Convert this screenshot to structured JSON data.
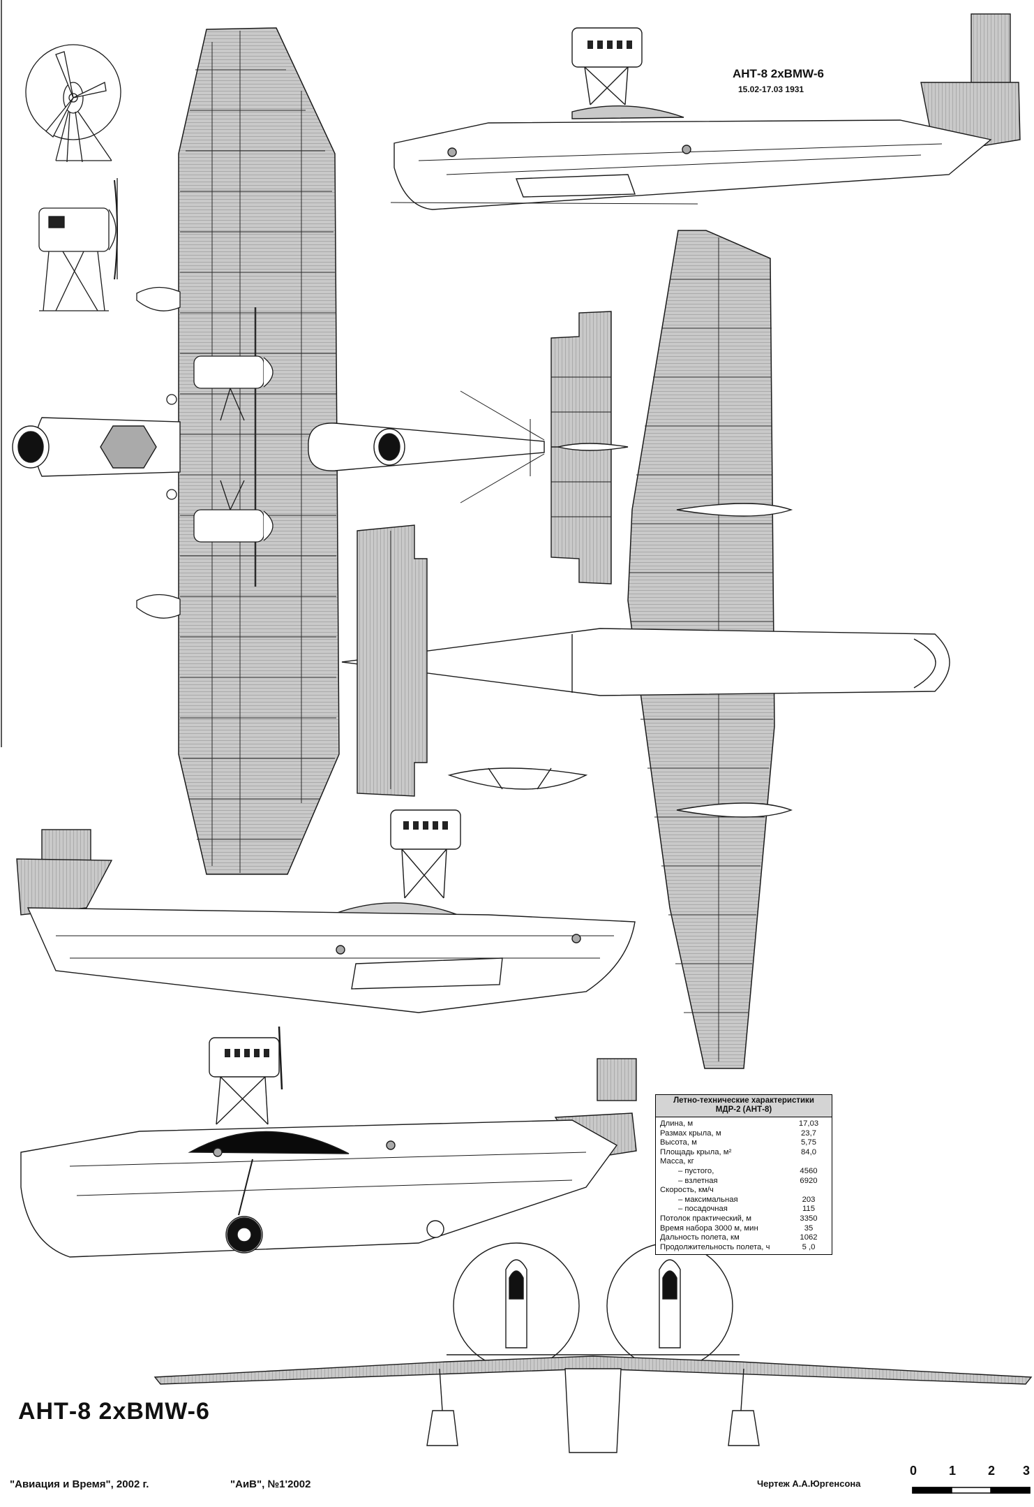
{
  "drawing": {
    "main_title": "АНТ-8 2хBMW-6",
    "version_title": "АНТ-8 2хBMW-6",
    "version_dates": "15.02-17.03 1931",
    "footer_left": "\"Авиация и Время\", 2002 г.",
    "footer_mid": "\"АиВ\", №1'2002",
    "footer_right": "Чертеж А.А.Юргенсона",
    "scale_labels": [
      "0",
      "1",
      "2",
      "3"
    ]
  },
  "specs": {
    "title_line1": "Летно-технические характеристики",
    "title_line2": "МДР-2 (АНТ-8)",
    "rows": [
      {
        "label": "Длина, м",
        "value": "17,03"
      },
      {
        "label": "Размах крыла, м",
        "value": "23,7"
      },
      {
        "label": "Высота, м",
        "value": "5,75"
      },
      {
        "label": "Площадь крыла, м²",
        "value": "84,0"
      },
      {
        "label": "Масса, кг",
        "value": ""
      },
      {
        "label": "– пустого,",
        "value": "4560"
      },
      {
        "label": "– взлетная",
        "value": "6920"
      },
      {
        "label": "Скорость, км/ч",
        "value": ""
      },
      {
        "label": "– максимальная",
        "value": "203"
      },
      {
        "label": "– посадочная",
        "value": "115"
      },
      {
        "label": "Потолок практический, м",
        "value": "3350"
      },
      {
        "label": "Время набора 3000 м, мин",
        "value": "35"
      },
      {
        "label": "Дальность полета, км",
        "value": "1062"
      },
      {
        "label": "Продолжительность полета, ч",
        "value": "5 ,0"
      }
    ]
  },
  "colors": {
    "line": "#1a1a1a",
    "wing_fill": "#b8b8b8",
    "black": "#0a0a0a",
    "paper": "#ffffff"
  }
}
